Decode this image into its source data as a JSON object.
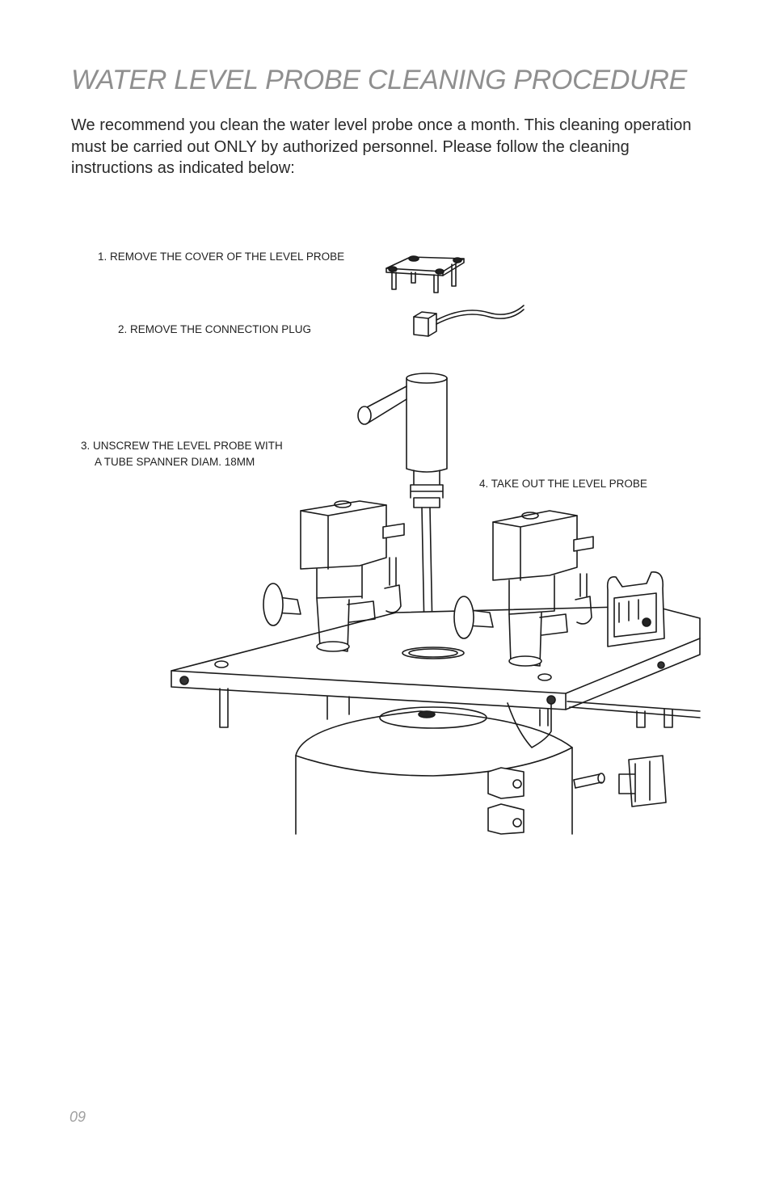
{
  "page": {
    "title": "WATER LEVEL PROBE CLEANING PROCEDURE",
    "intro": "We recommend you clean the water level probe once a month. This cleaning operation must be carried out ONLY by authorized personnel. Please follow the cleaning instructions as indicated below:",
    "steps": {
      "s1": "1. REMOVE THE COVER OF THE LEVEL PROBE",
      "s2": "2. REMOVE THE CONNECTION PLUG",
      "s3_line1": "3. UNSCREW THE LEVEL PROBE WITH",
      "s3_line2": "A TUBE SPANNER DIAM. 18MM",
      "s4": "4. TAKE OUT THE LEVEL PROBE"
    },
    "page_number": "09"
  },
  "icons": {
    "diagram": "water-heater-assembly-line-drawing"
  }
}
